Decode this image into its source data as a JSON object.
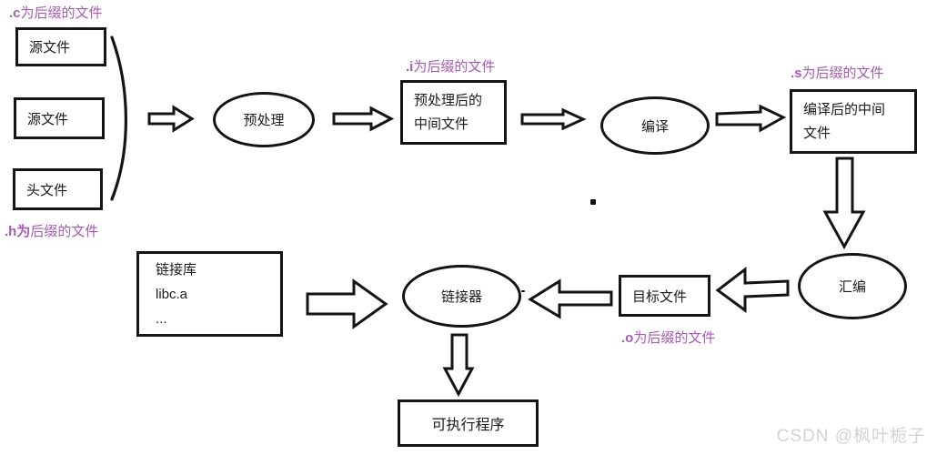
{
  "diagram": {
    "title_semantic": "c-compilation-process-flowchart",
    "suffix_labels": {
      "c": {
        "prefix": ".c",
        "rest": "为后缀的文件"
      },
      "h": {
        "prefix": ".h为",
        "rest": "后缀的文件"
      },
      "i": {
        "prefix": ".i",
        "rest": "为后缀的文件"
      },
      "s": {
        "prefix": ".s",
        "rest": "为后缀的文件"
      },
      "o": {
        "prefix": ".o",
        "rest": "为后缀的文件"
      }
    },
    "nodes": {
      "source_file_1": "源文件",
      "source_file_2": "源文件",
      "header_file": "头文件",
      "preprocess": "预处理",
      "preprocessed_file": {
        "line1": "预处理后的",
        "line2": "中间文件"
      },
      "compile": "编译",
      "compiled_file": {
        "line1": "编译后的中间",
        "line2": "文件"
      },
      "assemble": "汇编",
      "object_file": "目标文件",
      "linker": "链接器",
      "link_library": {
        "line1": "链接库",
        "line2": "libc.a",
        "line3": "..."
      },
      "executable": "可执行程序"
    },
    "watermark": "CSDN @枫叶栀子",
    "colors": {
      "suffix_label": "#a75ab4",
      "shape_stroke": "#141414",
      "watermark": "#d3d3d3",
      "background": "#ffffff"
    }
  }
}
